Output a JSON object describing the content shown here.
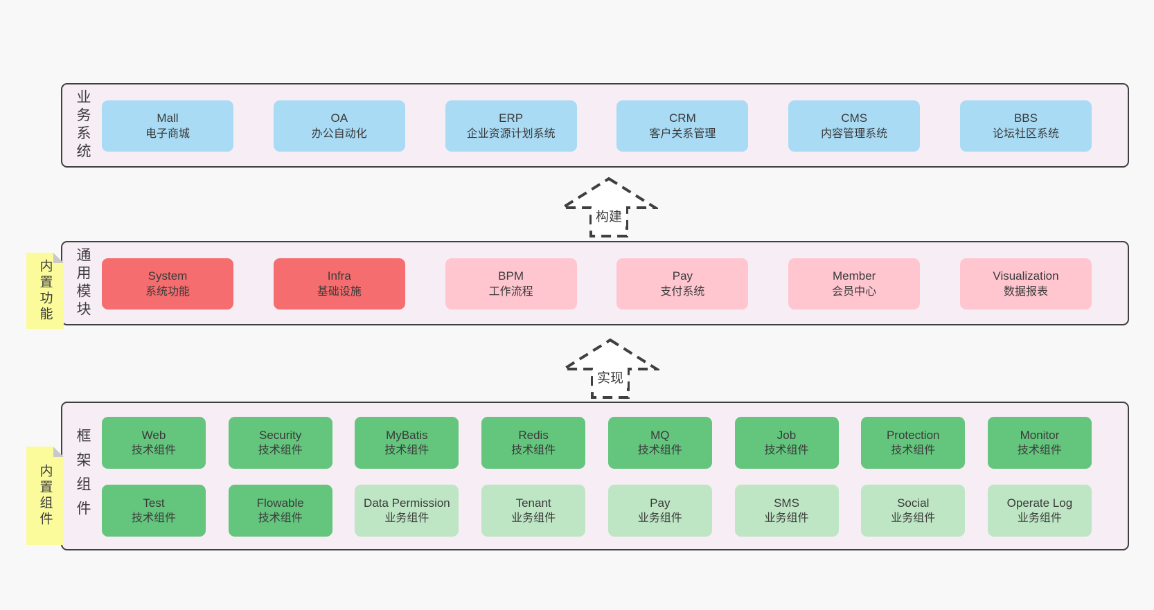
{
  "diagram": {
    "title_hint": "layered architecture diagram",
    "colors": {
      "page_bg": "#f8f8f8",
      "container_bg": "#f7edf5",
      "container_border": "#3f3f3f",
      "blue_box": "#a9dbf5",
      "red_box": "#f56d6e",
      "pink_box": "#ffc6d0",
      "green_box": "#64c57d",
      "light_green_box": "#bee6c4",
      "sticky_note": "#fbfb9b",
      "text": "#3a3a3a"
    },
    "arrows": {
      "build": {
        "label": "构建",
        "direction": "up",
        "style": "dashed"
      },
      "implement": {
        "label": "实现",
        "direction": "up",
        "style": "dashed"
      }
    },
    "business": {
      "label": "业务系统",
      "boxes": [
        {
          "title": "Mall",
          "subtitle": "电子商城",
          "type": "blue"
        },
        {
          "title": "OA",
          "subtitle": "办公自动化",
          "type": "blue"
        },
        {
          "title": "ERP",
          "subtitle": "企业资源计划系统",
          "type": "blue"
        },
        {
          "title": "CRM",
          "subtitle": "客户关系管理",
          "type": "blue"
        },
        {
          "title": "CMS",
          "subtitle": "内容管理系统",
          "type": "blue"
        },
        {
          "title": "BBS",
          "subtitle": "论坛社区系统",
          "type": "blue"
        }
      ]
    },
    "modules": {
      "label": "通用模块",
      "sticky": "内置功能",
      "boxes": [
        {
          "title": "System",
          "subtitle": "系统功能",
          "type": "red"
        },
        {
          "title": "Infra",
          "subtitle": "基础设施",
          "type": "red"
        },
        {
          "title": "BPM",
          "subtitle": "工作流程",
          "type": "pink"
        },
        {
          "title": "Pay",
          "subtitle": "支付系统",
          "type": "pink"
        },
        {
          "title": "Member",
          "subtitle": "会员中心",
          "type": "pink"
        },
        {
          "title": "Visualization",
          "subtitle": "数据报表",
          "type": "pink"
        }
      ]
    },
    "components": {
      "label": "框架组件",
      "sticky": "内置组件",
      "row1": [
        {
          "title": "Web",
          "subtitle": "技术组件",
          "type": "green"
        },
        {
          "title": "Security",
          "subtitle": "技术组件",
          "type": "green"
        },
        {
          "title": "MyBatis",
          "subtitle": "技术组件",
          "type": "green"
        },
        {
          "title": "Redis",
          "subtitle": "技术组件",
          "type": "green"
        },
        {
          "title": "MQ",
          "subtitle": "技术组件",
          "type": "green"
        },
        {
          "title": "Job",
          "subtitle": "技术组件",
          "type": "green"
        },
        {
          "title": "Protection",
          "subtitle": "技术组件",
          "type": "green"
        },
        {
          "title": "Monitor",
          "subtitle": "技术组件",
          "type": "green"
        }
      ],
      "row2": [
        {
          "title": "Test",
          "subtitle": "技术组件",
          "type": "green"
        },
        {
          "title": "Flowable",
          "subtitle": "技术组件",
          "type": "green"
        },
        {
          "title": "Data Permission",
          "subtitle": "业务组件",
          "type": "lightgreen"
        },
        {
          "title": "Tenant",
          "subtitle": "业务组件",
          "type": "lightgreen"
        },
        {
          "title": "Pay",
          "subtitle": "业务组件",
          "type": "lightgreen"
        },
        {
          "title": "SMS",
          "subtitle": "业务组件",
          "type": "lightgreen"
        },
        {
          "title": "Social",
          "subtitle": "业务组件",
          "type": "lightgreen"
        },
        {
          "title": "Operate Log",
          "subtitle": "业务组件",
          "type": "lightgreen"
        }
      ]
    }
  }
}
